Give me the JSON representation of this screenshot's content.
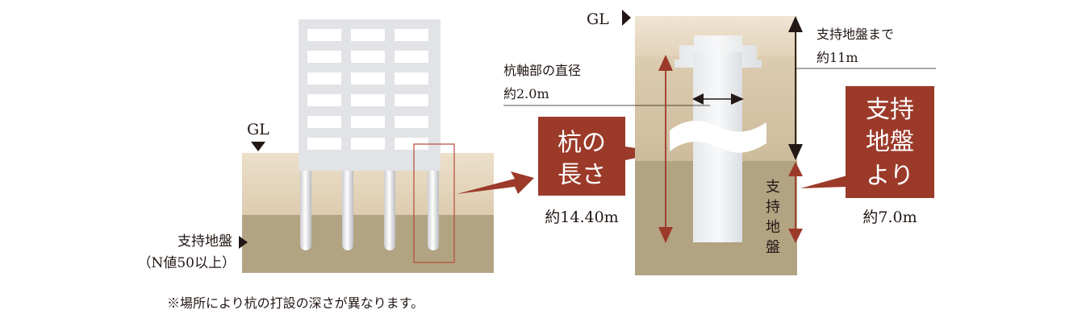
{
  "left": {
    "gl_label": "GL",
    "bearing_label": "支持地盤",
    "bearing_sub": "（N値50以上）",
    "note": "※場所により杭の打設の深さが異なります。"
  },
  "detail": {
    "gl_label": "GL",
    "depth_text_1": "支持地盤まで",
    "depth_text_2": "約11m",
    "diameter_text_1": "杭軸部の直径",
    "diameter_text_2": "約2.0m",
    "bearing_vertical": [
      "支",
      "持",
      "地",
      "盤"
    ]
  },
  "callouts": {
    "pile_length": {
      "line1": "杭の",
      "line2": "長さ",
      "value": "約14.40m"
    },
    "from_bearing": {
      "line1": "支持",
      "line2": "地盤",
      "line3": "より",
      "value": "約7.0m"
    }
  },
  "colors": {
    "soil_light": "#e9dcc6",
    "soil_mid": "#d6c6a9",
    "soil_dark": "#b2a383",
    "callout": "#9c3a2a",
    "pile_light": "#eef0f2",
    "building": "#e1e3e6"
  }
}
